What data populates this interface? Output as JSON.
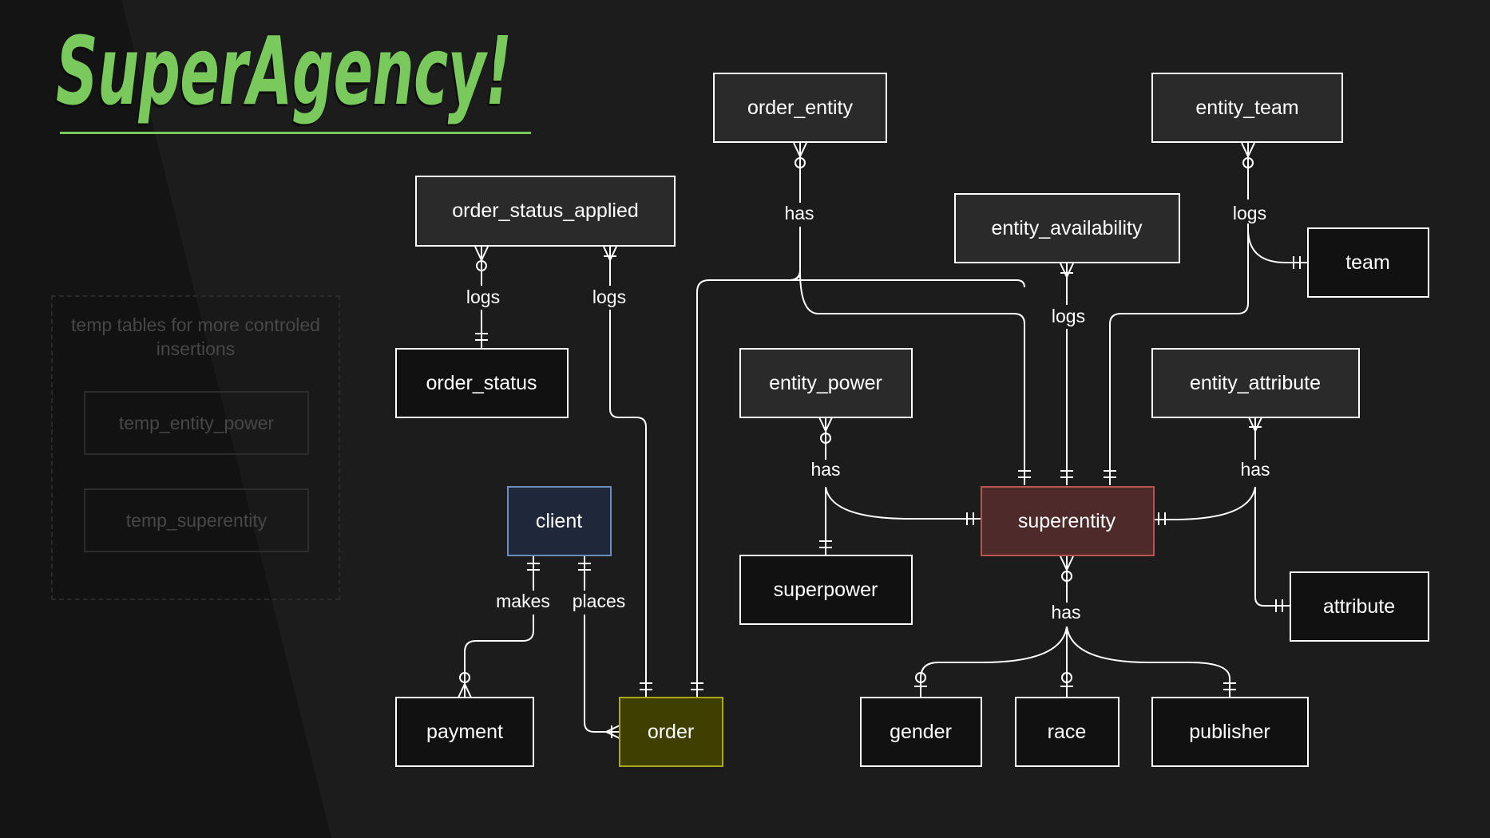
{
  "logo": {
    "text": "SuperAgency!"
  },
  "temp_group": {
    "caption": "temp tables for more controled insertions",
    "tables": [
      "temp_entity_power",
      "temp_superentity"
    ]
  },
  "entities": {
    "order_entity": "order_entity",
    "entity_team": "entity_team",
    "order_status_applied": "order_status_applied",
    "entity_availability": "entity_availability",
    "team": "team",
    "order_status": "order_status",
    "entity_power": "entity_power",
    "entity_attribute": "entity_attribute",
    "client": "client",
    "superentity": "superentity",
    "superpower": "superpower",
    "attribute": "attribute",
    "payment": "payment",
    "order": "order",
    "gender": "gender",
    "race": "race",
    "publisher": "publisher"
  },
  "relationships": {
    "order_entity_has": "has",
    "entity_team_logs": "logs",
    "osa_logs_status": "logs",
    "osa_logs_order": "logs",
    "availability_logs": "logs",
    "entity_power_has": "has",
    "entity_attribute_has": "has",
    "client_makes": "makes",
    "client_places": "places",
    "superentity_has": "has"
  },
  "colors": {
    "background": "#1c1c1c",
    "logo": "#79c95c",
    "line": "#ffffff",
    "client_fill": "#1e283a",
    "client_border": "#6c8ebf",
    "superentity_fill": "#4e2a2a",
    "superentity_border": "#b85450",
    "order_fill": "#3f3f00",
    "order_border": "#a8a81f"
  }
}
